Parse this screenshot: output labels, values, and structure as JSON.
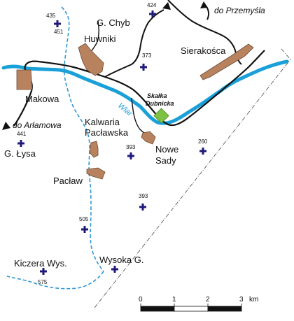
{
  "map": {
    "colors": {
      "river": "#1aa0d8",
      "settlement_fill": "#b8825f",
      "settlement_stroke": "#6b4a33",
      "road": "#111111",
      "trail": "#2f97d4",
      "summit_marker": "#1f1a7a",
      "poi_fill": "#7ec242",
      "border_line": "#444444"
    },
    "directions": {
      "przemysl": "do Przemyśla",
      "arlamowa": "do Arłamowa"
    },
    "river": {
      "name": "Wiar"
    },
    "poi": {
      "line1": "Skałka",
      "line2": "Dubnicka"
    },
    "towns": {
      "chyb": "G. Chyb",
      "huwniki": "Huwniki",
      "sierakosca": "Sierakośca",
      "makowa": "Makowa",
      "kalwaria_1": "Kalwaria",
      "kalwaria_2": "Pacławska",
      "nowe_1": "Nowe",
      "nowe_2": "Sady",
      "lysa": "G. Łysa",
      "paclaw": "Pacław",
      "kiczera": "Kiczera Wys.",
      "wysoka": "Wysoka G."
    },
    "altitudes": {
      "a435": "435",
      "a424": "424",
      "a451": "451",
      "a373": "373",
      "a441": "441",
      "a393a": "393",
      "a260": "260",
      "a393b": "393",
      "a505": "505",
      "a575": "575"
    },
    "scale": {
      "t0": "0",
      "t1": "1",
      "t2": "2",
      "t3": "3",
      "unit": "km"
    }
  }
}
